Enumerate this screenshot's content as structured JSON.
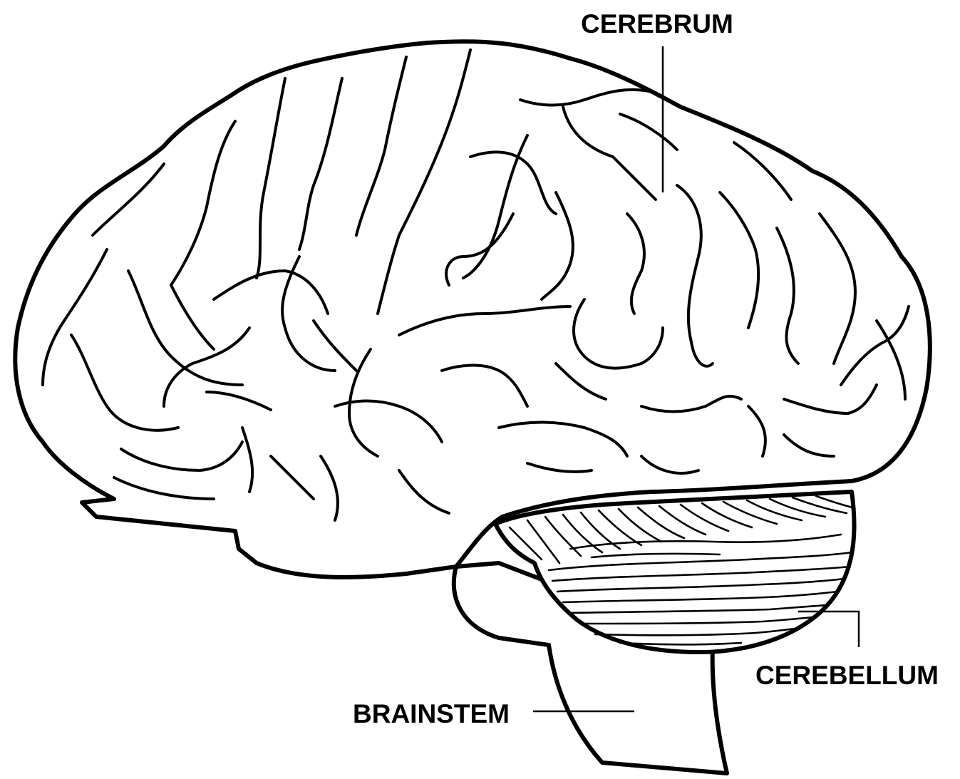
{
  "labels": {
    "cerebrum": "CEREBRUM",
    "cerebellum": "CEREBELLUM",
    "brainstem": "BRAINSTEM"
  }
}
